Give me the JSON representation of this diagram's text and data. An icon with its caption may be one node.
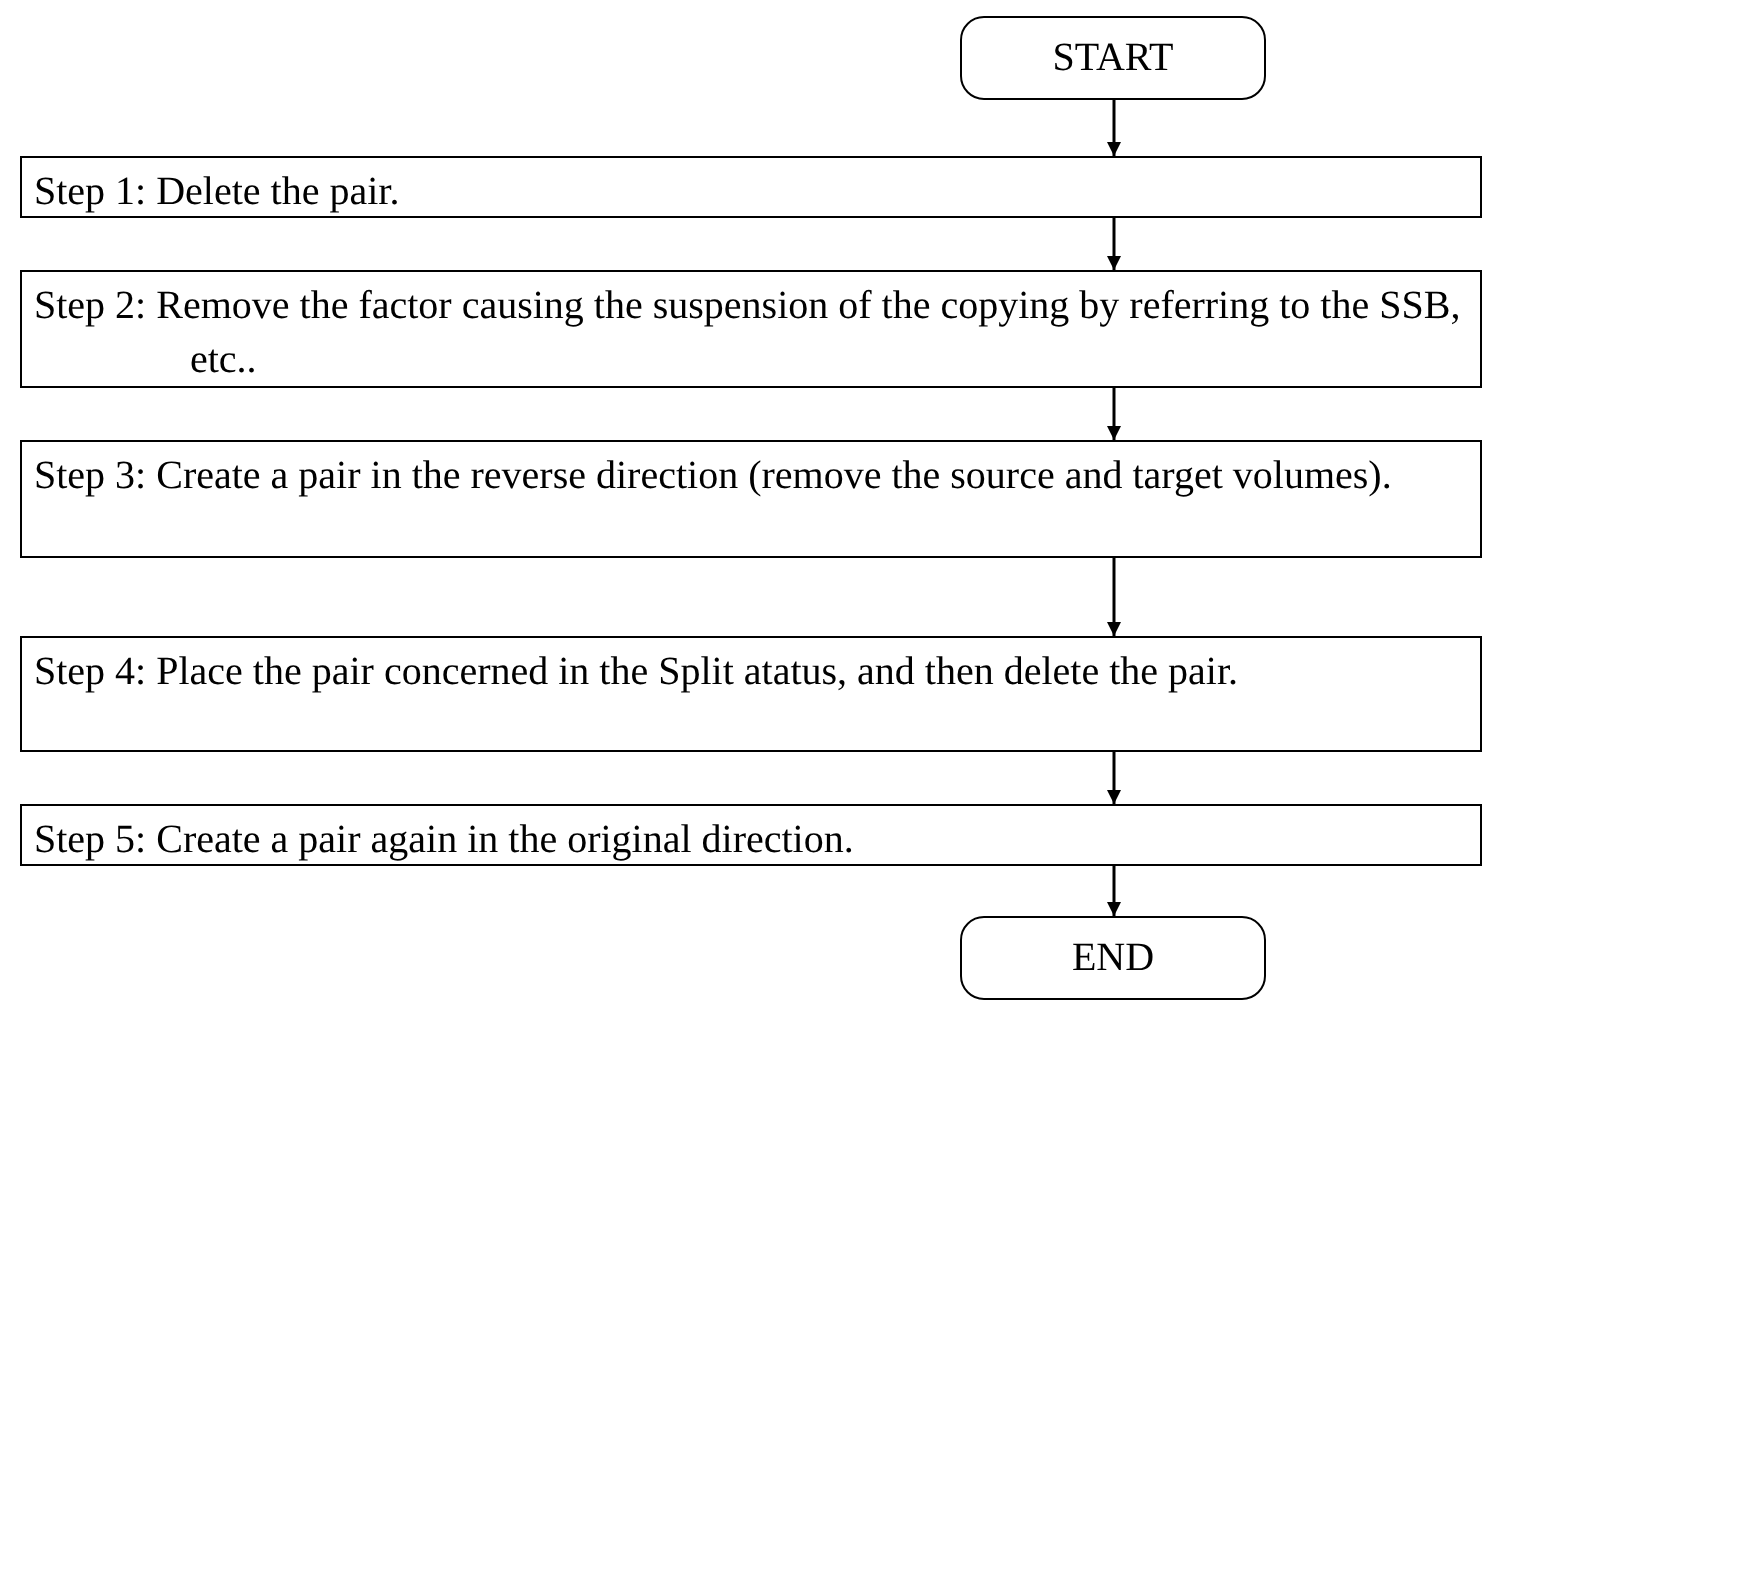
{
  "diagram": {
    "nodes": [
      {
        "text": [
          "START"
        ]
      },
      {
        "text": [
          "Step 1: Delete the pair."
        ]
      },
      {
        "text": [
          "Step 2: Remove the factor causing the suspension of the copying by referring to the SSB, etc.."
        ]
      },
      {
        "text": [
          "Step 3: Create a pair in the reverse direction (remove the source and target volumes)."
        ]
      },
      {
        "text": [
          "Step 4: Place the pair concerned in the Split atatus, and then delete the pair."
        ]
      },
      {
        "text": [
          "Step 5: Create a pair again in the original direction."
        ]
      },
      {
        "text": [
          "END"
        ]
      }
    ],
    "edges": [
      {
        "from": 0,
        "to": 1,
        "arrow": "to"
      },
      {
        "from": 1,
        "to": 2,
        "arrow": "to"
      },
      {
        "from": 2,
        "to": 3,
        "arrow": "to"
      },
      {
        "from": 3,
        "to": 4,
        "arrow": "to"
      },
      {
        "from": 4,
        "to": 5,
        "arrow": "to"
      },
      {
        "from": 5,
        "to": 6,
        "arrow": "to"
      }
    ]
  }
}
